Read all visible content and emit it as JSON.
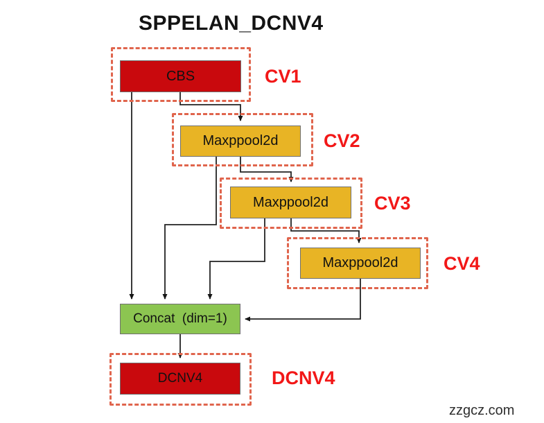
{
  "title": "SPPELAN_DCNV4",
  "watermark": "zzgcz.com",
  "colors": {
    "node_red": "#c9090d",
    "node_yellow": "#e8b425",
    "node_green": "#8cc551",
    "dashed_border": "#e0654d",
    "group_label_red": "#f21717",
    "edge_line": "#222222"
  },
  "diagram": {
    "nodes": {
      "cbs": {
        "label": "CBS",
        "type": "conv-block",
        "color": "#c9090d"
      },
      "maxpool_cv2": {
        "label": "Maxppool2d",
        "type": "maxpool",
        "color": "#e8b425"
      },
      "maxpool_cv3": {
        "label": "Maxppool2d",
        "type": "maxpool",
        "color": "#e8b425"
      },
      "maxpool_cv4": {
        "label": "Maxppool2d",
        "type": "maxpool",
        "color": "#e8b425"
      },
      "concat": {
        "label": "Concat  (dim=1)",
        "type": "concat",
        "color": "#8cc551"
      },
      "dcnv4": {
        "label": "DCNV4",
        "type": "deform-conv",
        "color": "#c9090d"
      }
    },
    "group_labels": {
      "cv1": "CV1",
      "cv2": "CV2",
      "cv3": "CV3",
      "cv4": "CV4",
      "dcnv4": "DCNV4"
    },
    "edges": [
      {
        "from": "cbs",
        "to": "concat"
      },
      {
        "from": "cbs",
        "to": "maxpool_cv2"
      },
      {
        "from": "maxpool_cv2",
        "to": "concat"
      },
      {
        "from": "maxpool_cv2",
        "to": "maxpool_cv3"
      },
      {
        "from": "maxpool_cv3",
        "to": "concat"
      },
      {
        "from": "maxpool_cv3",
        "to": "maxpool_cv4"
      },
      {
        "from": "maxpool_cv4",
        "to": "concat"
      },
      {
        "from": "concat",
        "to": "dcnv4"
      }
    ]
  }
}
